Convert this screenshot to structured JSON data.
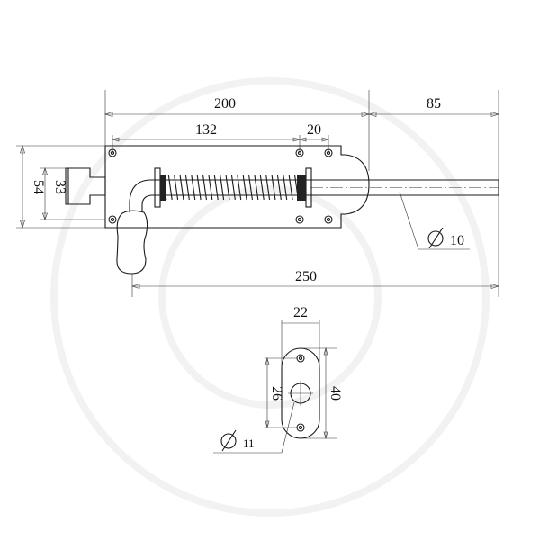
{
  "drawing": {
    "top_view": {
      "dim_overall_plate": "200",
      "dim_rod_extension": "85",
      "dim_hole_spacing": "132",
      "dim_hole_pair": "20",
      "dim_plate_height": "54",
      "dim_keeper_height": "33",
      "dim_total_length": "250",
      "rod_diameter_symbol": "∅",
      "rod_diameter": "10"
    },
    "keeper_view": {
      "dim_width": "22",
      "dim_height": "40",
      "dim_hole_spacing": "26",
      "hole_diameter_symbol": "∅",
      "hole_diameter": "11"
    }
  }
}
